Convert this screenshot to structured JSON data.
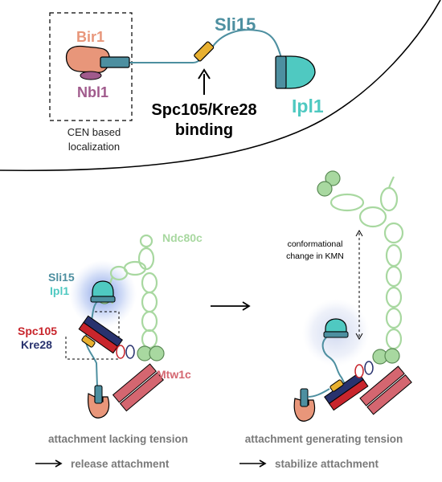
{
  "top": {
    "bir1_label": "Bir1",
    "nbl1_label": "Nbl1",
    "sli15_label": "Sli15",
    "ipl1_label": "Ipl1",
    "binding_line1": "Spc105/Kre28",
    "binding_line2": "binding",
    "cen_line1": "CEN based",
    "cen_line2": "localization"
  },
  "bottom": {
    "ndc80c_label": "Ndc80c",
    "sli15_label": "Sli15",
    "ipl1_label": "Ipl1",
    "spc105_label": "Spc105",
    "kre28_label": "Kre28",
    "mtw1c_label": "Mtw1c",
    "conf_line1": "conformational",
    "conf_line2": "change in KMN",
    "left_caption": "attachment lacking tension",
    "right_caption": "attachment generating tension",
    "left_outcome": "release attachment",
    "right_outcome": "stabilize attachment"
  },
  "colors": {
    "bir1": "#E8967A",
    "nbl1": "#A05A8C",
    "sli15": "#4D8FA0",
    "ipl1": "#4FC9C1",
    "spc105": "#C8252C",
    "kre28": "#28326E",
    "ndc80c": "#A8D8A0",
    "mtw1c": "#D46670",
    "binding_site": "#E8B030"
  }
}
